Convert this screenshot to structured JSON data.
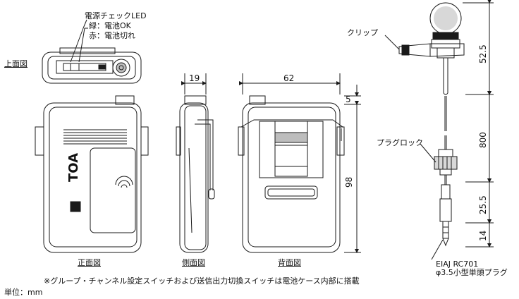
{
  "labels": {
    "power_check": "電源チェックLED",
    "green": "緑：電池OK",
    "red": "赤：電池切れ",
    "top_view": "上面図",
    "front_view": "正面図",
    "side_view": "側面図",
    "back_view": "背面図",
    "clip": "クリップ",
    "plug_lock": "プラグロック",
    "eiaj": "EIAJ RC701",
    "plug": "φ3.5小型単頭プラグ",
    "note": "※グループ・チャンネル設定スイッチおよび送信出力切換スイッチは電池ケース内部に搭載",
    "unit": "単位：mm",
    "brand": "TOA"
  },
  "dimensions": {
    "side_width": "19",
    "back_width": "62",
    "back_top": "5",
    "back_height": "98",
    "mic_head": "52.5",
    "cable": "800",
    "plug_body": "25.5",
    "plug_pin": "14"
  },
  "colors": {
    "line": "#1a1a1a",
    "fill": "#ffffff",
    "shade": "#bdbdbd"
  }
}
